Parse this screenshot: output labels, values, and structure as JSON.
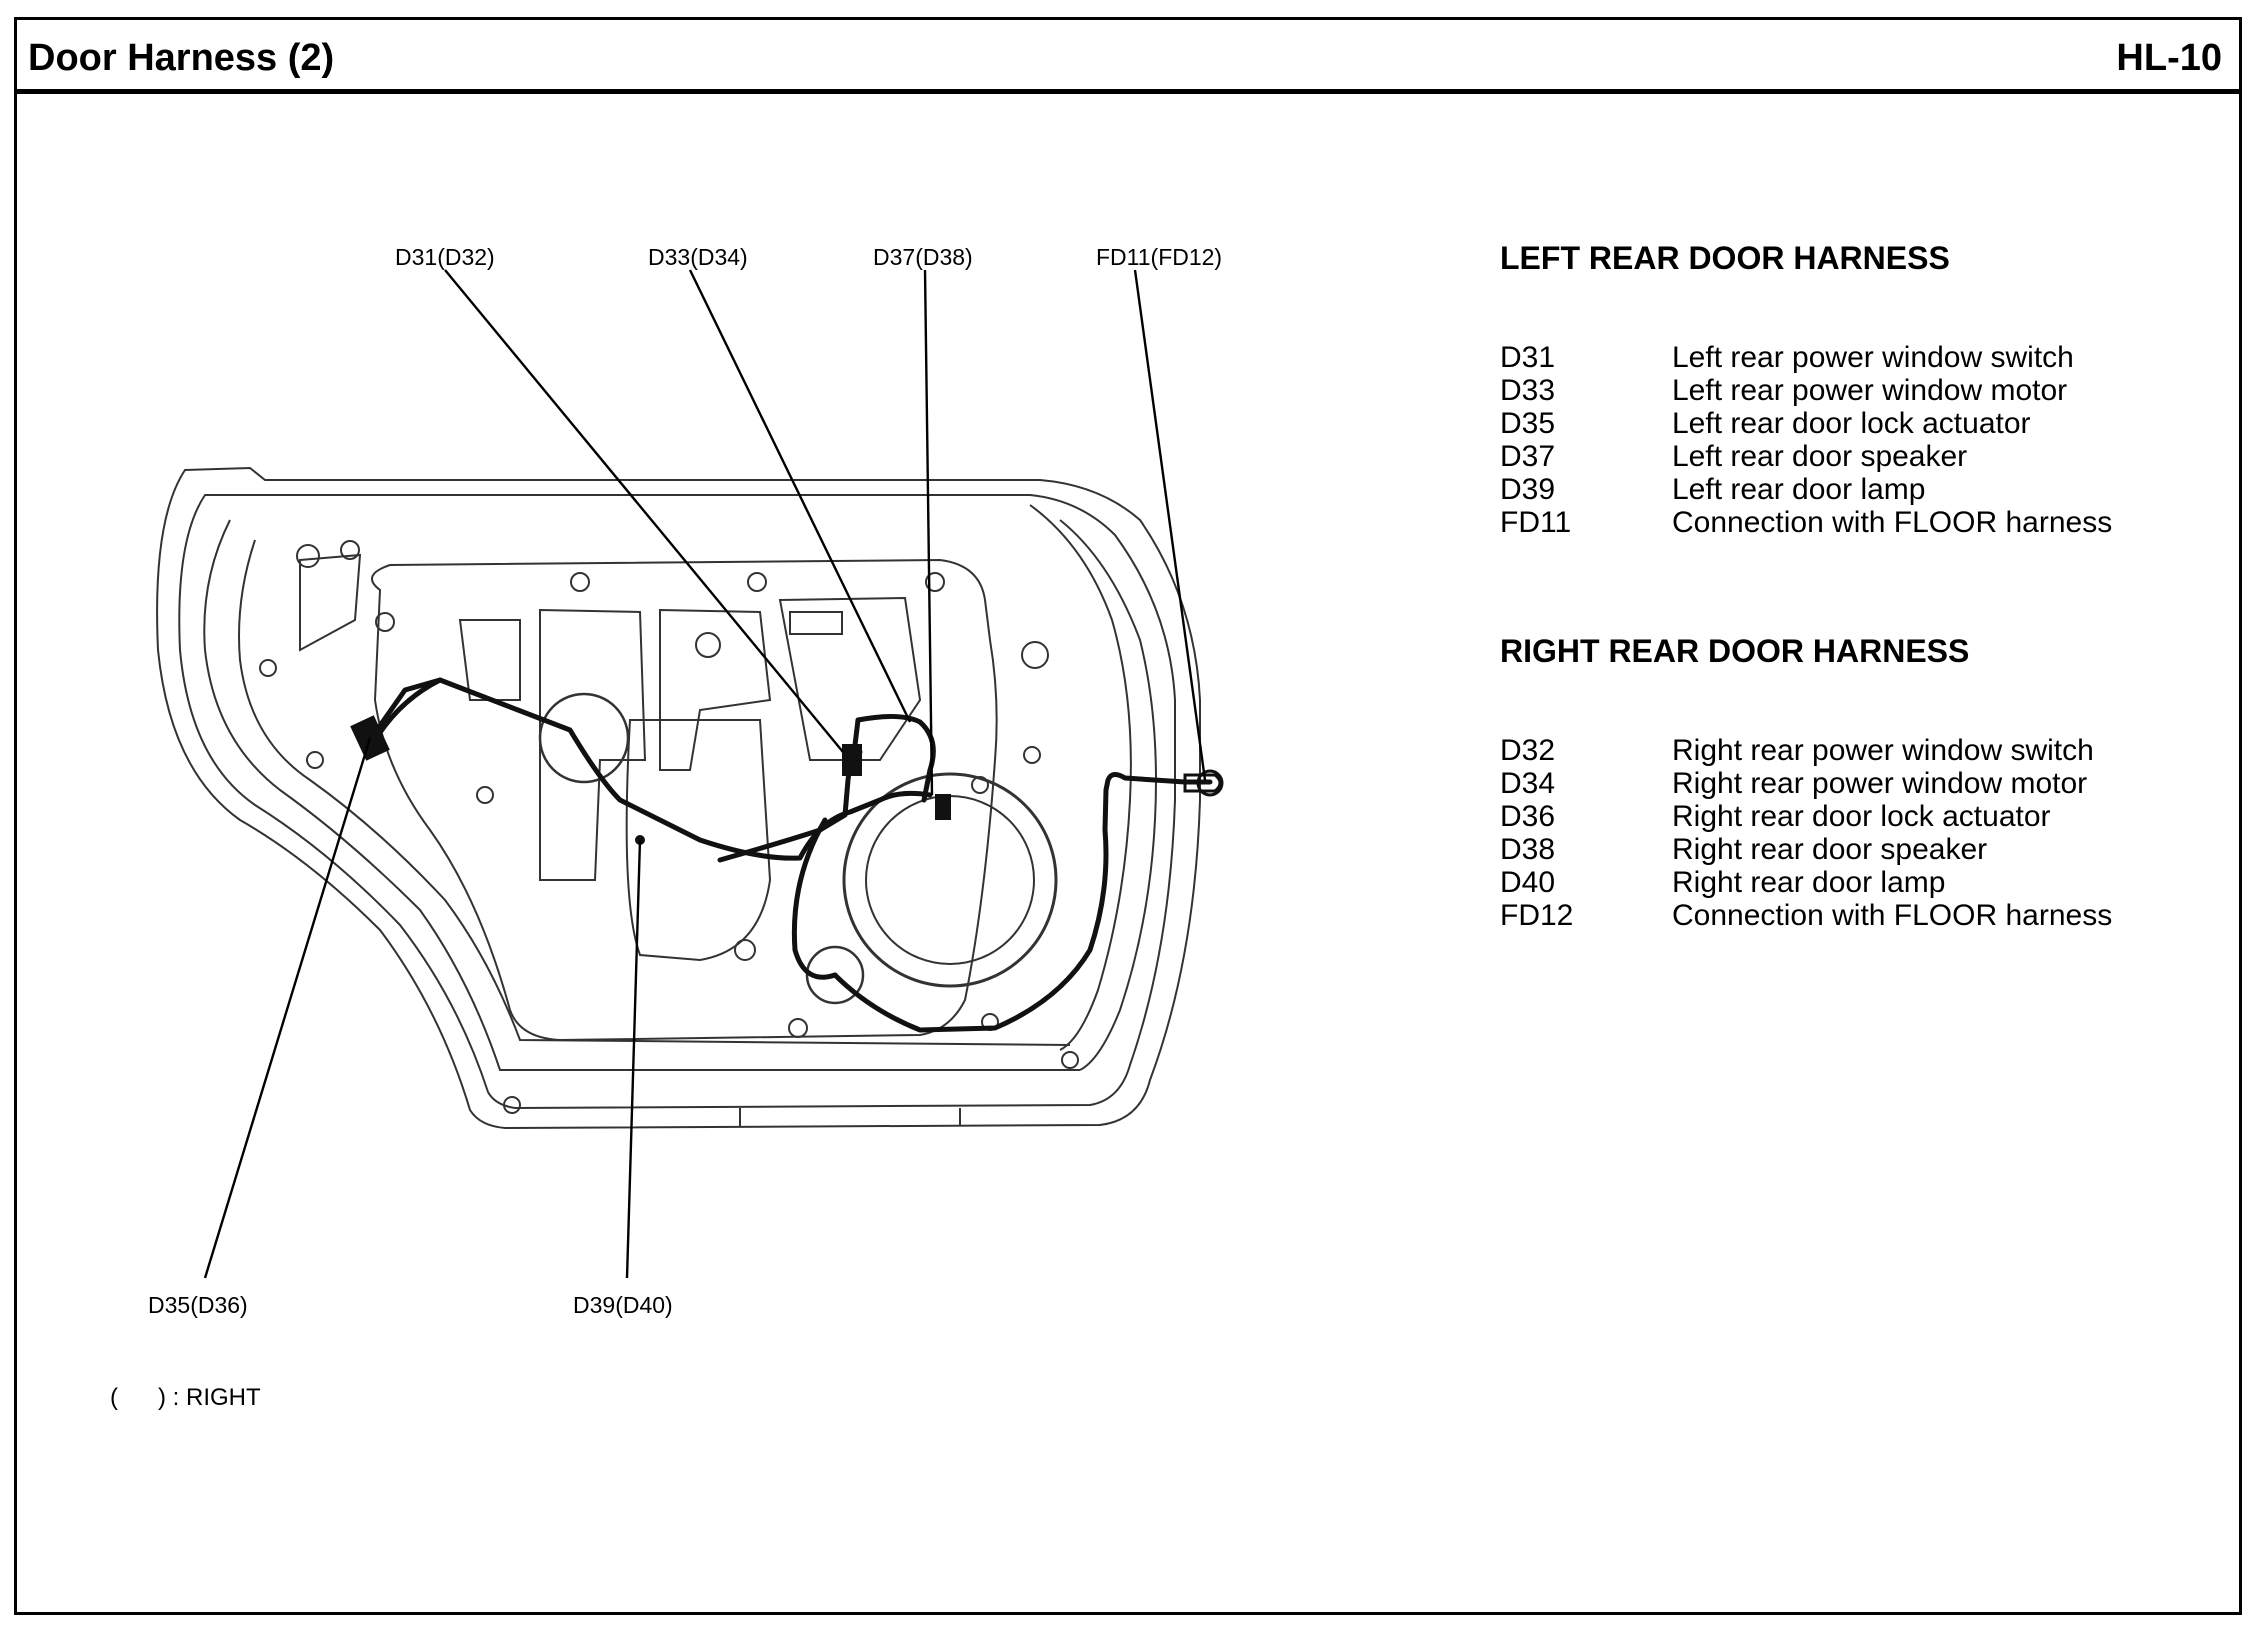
{
  "header": {
    "title": "Door Harness (2)",
    "page_code": "HL-10"
  },
  "callouts": {
    "d31": "D31(D32)",
    "d33": "D33(D34)",
    "d37": "D37(D38)",
    "fd11": "FD11(FD12)",
    "d35": "D35(D36)",
    "d39": "D39(D40)"
  },
  "note": "(      ) : RIGHT",
  "left_legend": {
    "heading": "LEFT REAR DOOR HARNESS",
    "items": [
      {
        "code": "D31",
        "desc": "Left rear power window switch"
      },
      {
        "code": "D33",
        "desc": "Left rear power window motor"
      },
      {
        "code": "D35",
        "desc": "Left rear door lock actuator"
      },
      {
        "code": "D37",
        "desc": "Left rear door speaker"
      },
      {
        "code": "D39",
        "desc": "Left rear door lamp"
      },
      {
        "code": "FD11",
        "desc": "Connection with FLOOR harness"
      }
    ]
  },
  "right_legend": {
    "heading": "RIGHT REAR DOOR HARNESS",
    "items": [
      {
        "code": "D32",
        "desc": "Right rear power window switch"
      },
      {
        "code": "D34",
        "desc": "Right rear power window motor"
      },
      {
        "code": "D36",
        "desc": "Right rear door lock actuator"
      },
      {
        "code": "D38",
        "desc": "Right rear door speaker"
      },
      {
        "code": "D40",
        "desc": "Right rear door lamp"
      },
      {
        "code": "FD12",
        "desc": "Connection with FLOOR harness"
      }
    ]
  }
}
